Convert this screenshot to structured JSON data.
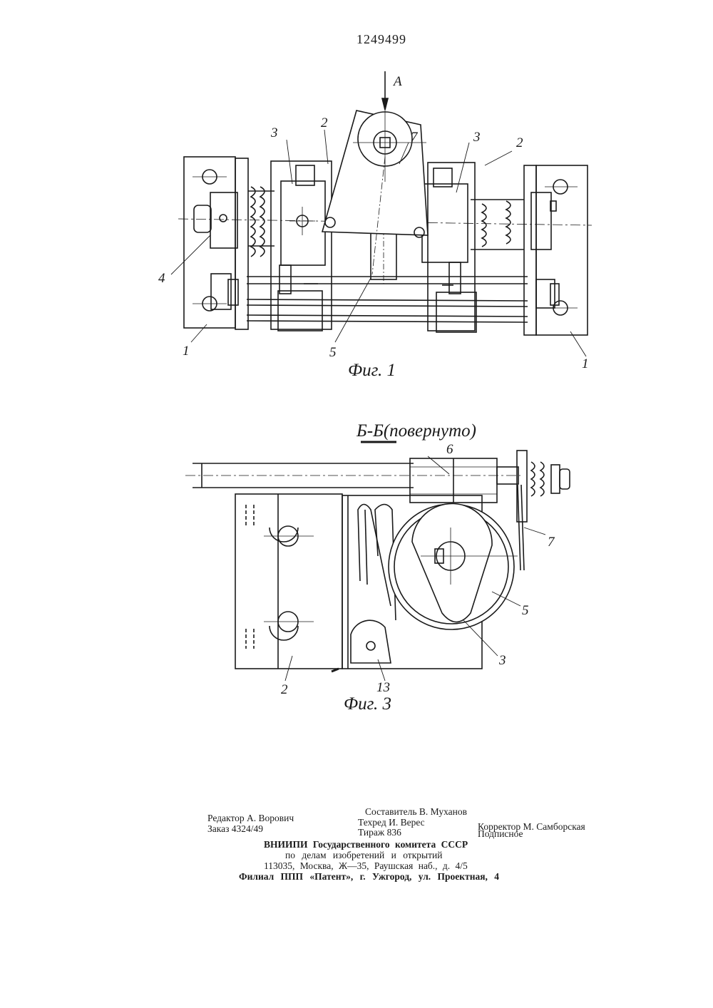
{
  "patent_number": "1249499",
  "fig1": {
    "caption": "Фиг. 1",
    "view_arrow": "А",
    "labels": {
      "l1a": "1",
      "l1b": "1",
      "l2a": "2",
      "l2b": "2",
      "l3a": "3",
      "l3b": "3",
      "l4": "4",
      "l5": "5",
      "l7": "7"
    }
  },
  "fig3": {
    "caption": "Фиг. 3",
    "section_title": "Б-Б(повернуто)",
    "labels": {
      "l2": "2",
      "l3": "3",
      "l5": "5",
      "l6": "6",
      "l7": "7",
      "l13": "13"
    }
  },
  "imprint": {
    "editor": "Редактор А. Ворович",
    "order": "Заказ 4324/49",
    "compiler": "Составитель В. Муханов",
    "techred": "Техред И. Верес",
    "circulation": "Тираж 836",
    "corrector": "Корректор М. Самборская",
    "subscription": "Подписное",
    "org_line1": "ВНИИПИ Государственного комитета СССР",
    "org_line2": "по делам изобретений и открытий",
    "org_address": "113035, Москва, Ж—35, Раушская наб., д. 4/5",
    "branch": "Филиал ППП «Патент», г. Ужгород, ул. Проектная, 4"
  }
}
